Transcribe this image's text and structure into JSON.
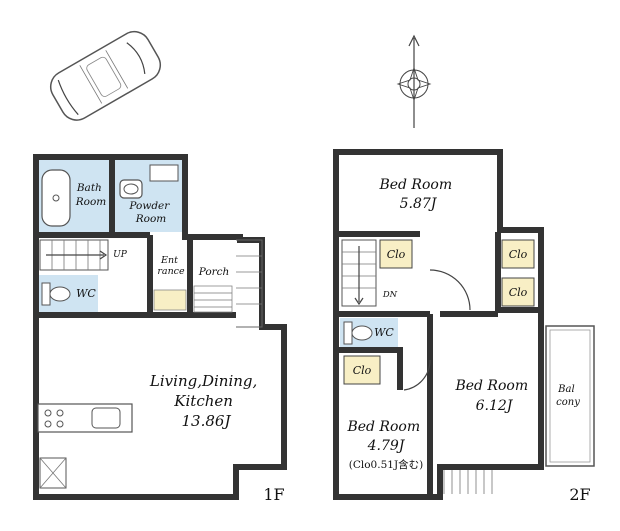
{
  "floors": {
    "first": "1F",
    "second": "2F"
  },
  "rooms_1f": {
    "bath": [
      "Bath",
      "Room"
    ],
    "powder": [
      "Powder",
      "Room"
    ],
    "entrance": [
      "Ent",
      "rance"
    ],
    "porch": "Porch",
    "wc": "WC",
    "up": "UP",
    "ldk": [
      "Living,Dining,",
      "Kitchen",
      "13.86J"
    ]
  },
  "rooms_2f": {
    "bed1": [
      "Bed Room",
      "5.87J"
    ],
    "bed2": [
      "Bed Room",
      "6.12J"
    ],
    "bed3": [
      "Bed Room",
      "4.79J",
      "(Clo0.51J含む)"
    ],
    "clo": "Clo",
    "wc": "WC",
    "dn": "DN",
    "balcony": [
      "Bal",
      "cony"
    ]
  },
  "colors": {
    "wet_area": "#cfe4f2",
    "closet": "#f8efc5",
    "wall": "#333333"
  }
}
